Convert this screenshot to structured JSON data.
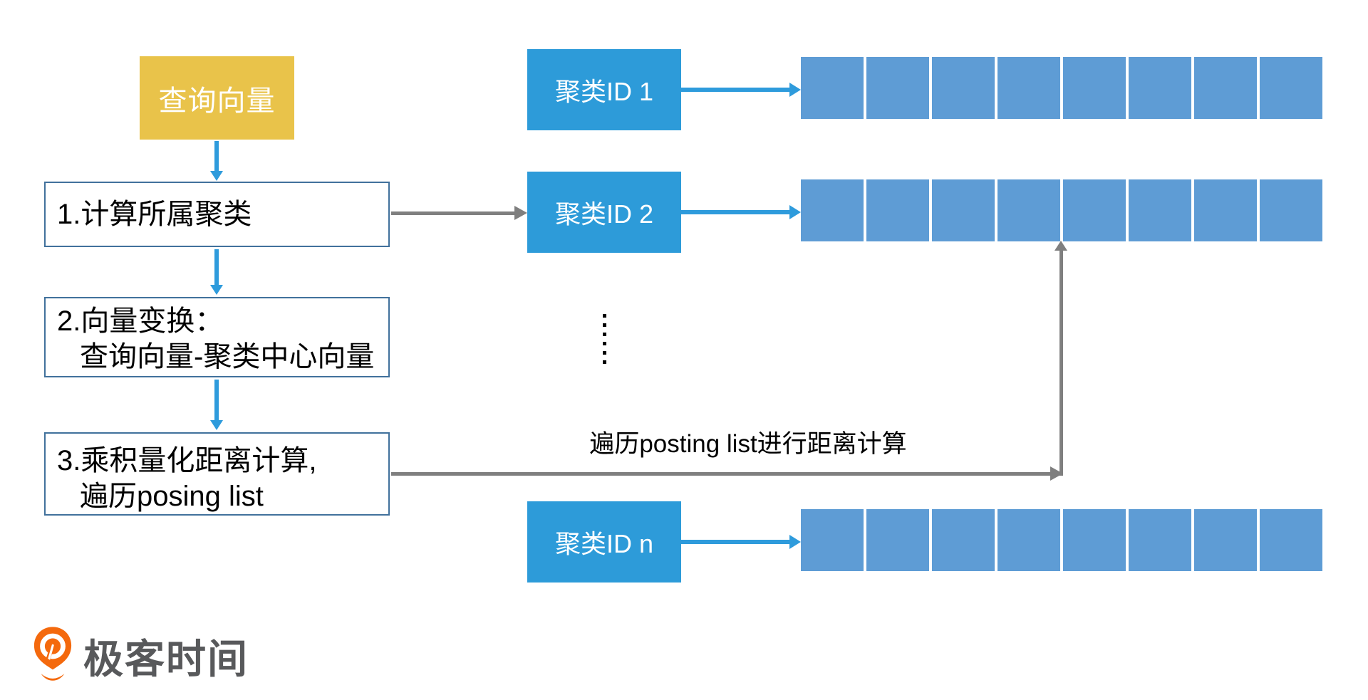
{
  "colors": {
    "accent-yellow": "#E9C34A",
    "cluster-blue": "#2D9BD9",
    "cell-blue": "#5E9CD5",
    "arrow-blue": "#2E9BDC",
    "arrow-gray": "#7F7F7F",
    "box-border": "#41719C",
    "text-dark": "#000000",
    "logo-orange": "#F4690D",
    "logo-text": "#58595B"
  },
  "flow": {
    "query_vector_label": "查询向量",
    "steps": [
      {
        "lines": [
          "1.计算所属聚类"
        ]
      },
      {
        "lines": [
          "2.向量变换：",
          "查询向量-聚类中心向量"
        ]
      },
      {
        "lines": [
          "3.乘积量化距离计算,",
          "遍历posing list"
        ]
      }
    ]
  },
  "clusters": {
    "rows": [
      {
        "label": "聚类ID 1"
      },
      {
        "label": "聚类ID 2"
      },
      {
        "label": "聚类ID n"
      }
    ],
    "cells_per_row": 8,
    "ellipsis_dots": 6
  },
  "annotations": {
    "traverse_label": "遍历posting list进行距离计算"
  },
  "logo": {
    "text": "极客时间"
  }
}
